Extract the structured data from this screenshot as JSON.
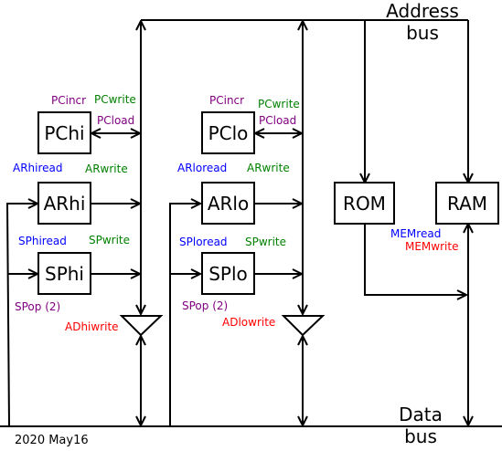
{
  "buses": {
    "address_line1": "Address",
    "address_line2": "bus",
    "data_line1": "Data",
    "data_line2": "bus"
  },
  "blocks": {
    "pchi": "PChi",
    "pclo": "PClo",
    "arhi": "ARhi",
    "arlo": "ARlo",
    "sphi": "SPhi",
    "splo": "SPlo",
    "rom": "ROM",
    "ram": "RAM"
  },
  "signals": {
    "hi_pcincr": "PCincr",
    "hi_pcwrite": "PCwrite",
    "hi_pcload": "PCload",
    "hi_arread": "ARhiread",
    "hi_arwrite": "ARwrite",
    "hi_spread": "SPhiread",
    "hi_spwrite": "SPwrite",
    "hi_spop": "SPop (2)",
    "hi_adwrite": "ADhiwrite",
    "lo_pcincr": "PCincr",
    "lo_pcwrite": "PCwrite",
    "lo_pcload": "PCload",
    "lo_arread": "ARloread",
    "lo_arwrite": "ARwrite",
    "lo_spread": "SPloread",
    "lo_spwrite": "SPwrite",
    "lo_spop": "SPop (2)",
    "lo_adwrite": "ADlowrite",
    "memread": "MEMread",
    "memwrite": "MEMwrite"
  },
  "footer": {
    "date": "2020 May16"
  },
  "colors": {
    "line": "#000000",
    "purple": "#800080",
    "green": "#008000",
    "blue": "#0000ff",
    "red": "#ff0000"
  }
}
